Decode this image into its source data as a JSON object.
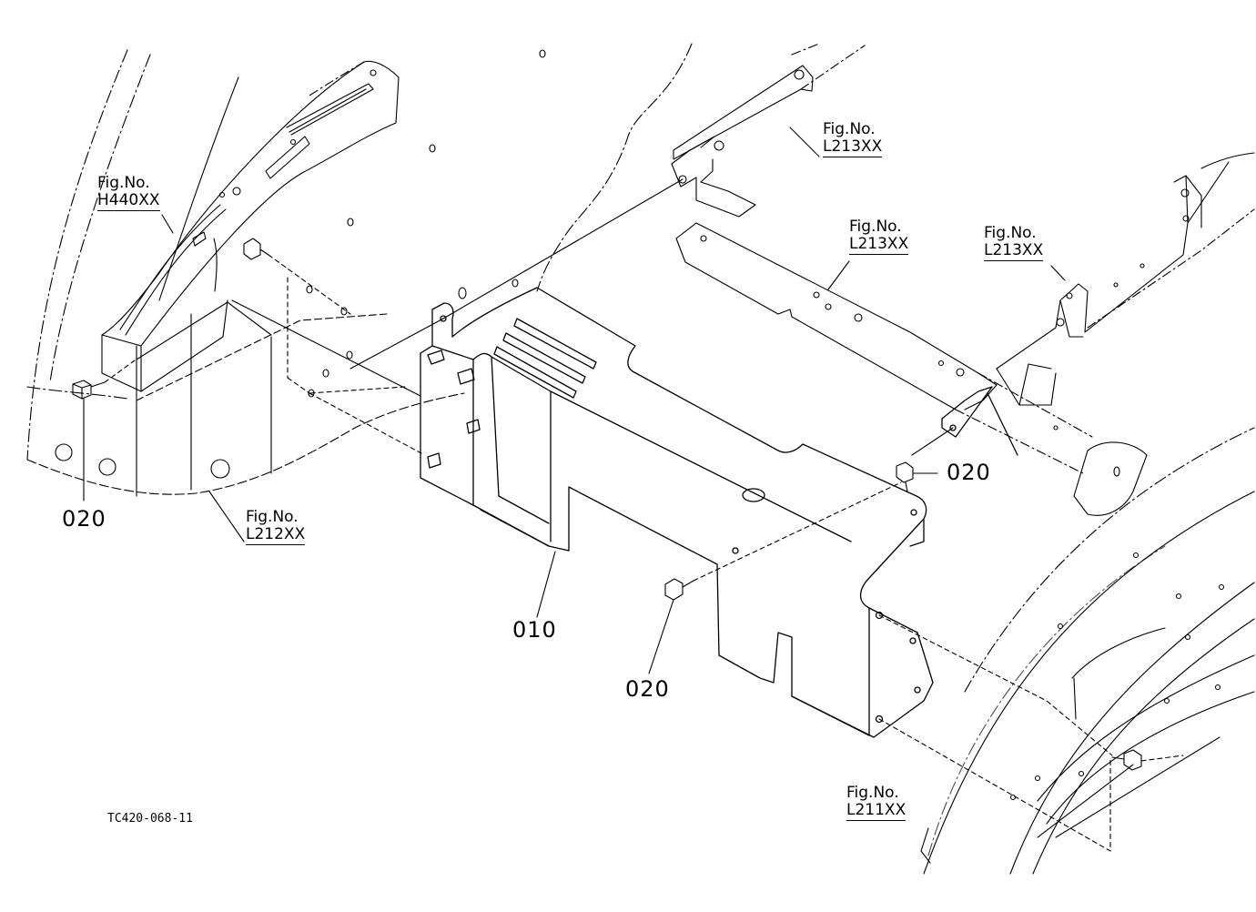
{
  "figure_refs": [
    {
      "id": "h440",
      "prefix": "Fig.No.",
      "code": "H440XX"
    },
    {
      "id": "l213a",
      "prefix": "Fig.No.",
      "code": "L213XX"
    },
    {
      "id": "l213b",
      "prefix": "Fig.No.",
      "code": "L213XX"
    },
    {
      "id": "l213c",
      "prefix": "Fig.No.",
      "code": "L213XX"
    },
    {
      "id": "l212",
      "prefix": "Fig.No.",
      "code": "L212XX"
    },
    {
      "id": "l211",
      "prefix": "Fig.No.",
      "code": "L211XX"
    }
  ],
  "part_numbers": [
    {
      "id": "p020a",
      "text": "020"
    },
    {
      "id": "p020b",
      "text": "020"
    },
    {
      "id": "p020c",
      "text": "020"
    },
    {
      "id": "p010",
      "text": "010"
    }
  ],
  "drawing_code": "TC420-068-11"
}
